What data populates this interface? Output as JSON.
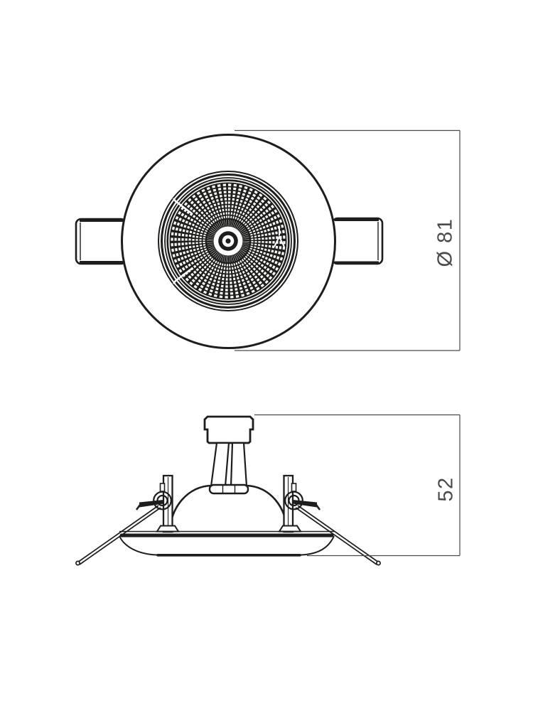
{
  "drawing": {
    "background_color": "#ffffff",
    "line_color": "#1d1d1b",
    "dimension_line_color": "#4a4a48",
    "label_color": "#4a4a48",
    "views": {
      "top_view": {
        "dimension_label": "Ø 81",
        "dimension_value": 81,
        "dimension_type": "diameter"
      },
      "front_view": {
        "dimension_label": "52",
        "dimension_value": 52,
        "dimension_type": "height"
      }
    }
  }
}
